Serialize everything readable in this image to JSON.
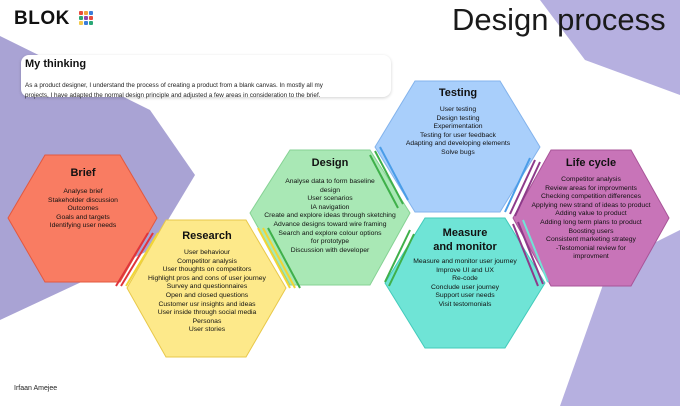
{
  "brand": {
    "name": "BLOK",
    "logo_colors": [
      "#e84c3d",
      "#f2a03d",
      "#3b7dd8",
      "#2aa876",
      "#8e44ad",
      "#e84c3d",
      "#f2c94c",
      "#3b7dd8",
      "#2aa876"
    ]
  },
  "page": {
    "title": "Design process"
  },
  "intro": {
    "heading": "My thinking",
    "line1": "As a product designer, I understand the process of creating a product from a blank canvas. In mostly all my",
    "line2": "projects, I have adapted the normal design principle and adjusted a few areas in consideration to the brief."
  },
  "colors": {
    "brief": "#f97c62",
    "research": "#fde98a",
    "design": "#a9e8b5",
    "testing": "#a9cffb",
    "measure": "#6fe4d6",
    "lifecycle": "#c874b8",
    "bg_purple": "#a9a3d4",
    "stripe_red": "#e0353b",
    "stripe_yellow": "#f2d535",
    "stripe_green": "#3fb04a",
    "stripe_blue": "#4a9de8",
    "stripe_purple": "#8e3a8a"
  },
  "stages": {
    "brief": {
      "title": "Brief",
      "items": [
        "Analyse brief",
        "Stakeholder discussion",
        "Outcomes",
        "Goals and targets",
        "Identifying user needs"
      ]
    },
    "research": {
      "title": "Research",
      "items": [
        "User behaviour",
        "Competitor analysis",
        "User thoughts on competitors",
        "Highlight pros and cons of user journey",
        "Survey and questionnaires",
        "Open and closed questions",
        "Customer usr insights and ideas",
        "User inside through social media",
        "Personas",
        "User stories"
      ]
    },
    "design": {
      "title": "Design",
      "items": [
        "Analyse data to form baseline",
        "design",
        "User scenarios",
        "IA navigation",
        "Create and explore ideas through sketching",
        "Advance designs toward wire framing",
        "Search and explore colour options",
        "for prototype",
        "Discussion with developer"
      ]
    },
    "testing": {
      "title": "Testing",
      "items": [
        "User testing",
        "Design testing",
        "Experimentation",
        "Testing for user feedback",
        "Adapting and developing elements",
        "Solve bugs"
      ]
    },
    "measure": {
      "title_line1": "Measure",
      "title_line2": "and monitor",
      "items": [
        "Measure and monitor user journey",
        "Improve UI and UX",
        "Re-code",
        "Conclude user journey",
        "Support user needs",
        "Visit testomonials"
      ]
    },
    "lifecycle": {
      "title": "Life cycle",
      "items": [
        "Competitor analysis",
        "Review areas for improvments",
        "Checking competition differences",
        "Applying new strand of ideas to product",
        "Adding value to product",
        "Adding long term plans to product",
        "Boosting users",
        "Consistent marketing strategy",
        "-Testomonial review for",
        "improvment"
      ]
    }
  },
  "author": "Irfaan Amejee"
}
